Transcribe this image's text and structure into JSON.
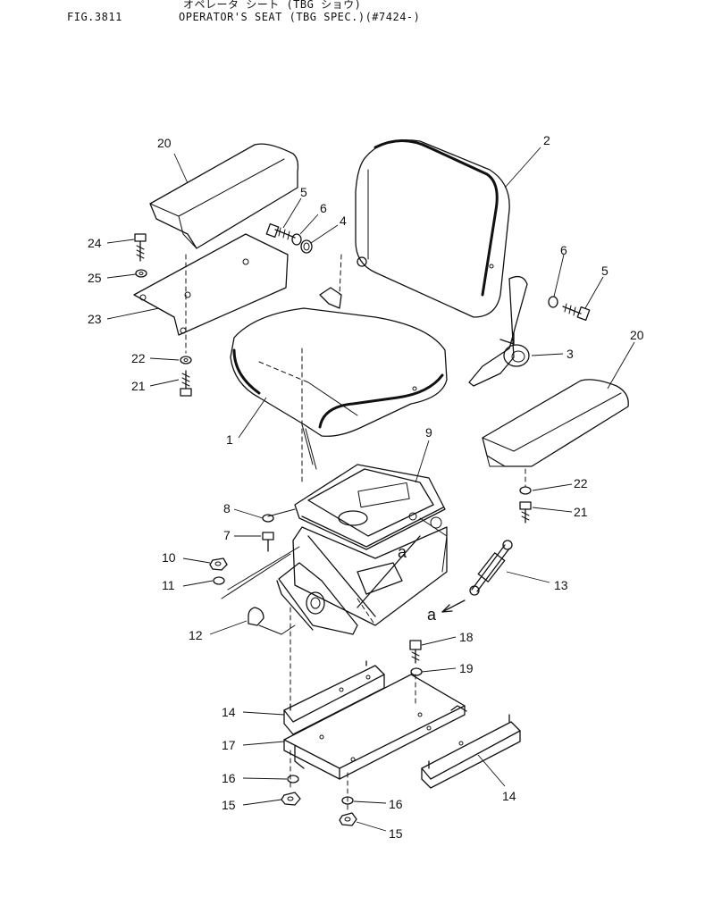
{
  "header": {
    "figure_id": "FIG.3811",
    "japanese_title": "オペレータ シート (TBG ショウ)",
    "title": "OPERATOR'S SEAT (TBG SPEC.)(#7424-)"
  },
  "callouts": {
    "c1": "1",
    "c2": "2",
    "c3": "3",
    "c4": "4",
    "c5a": "5",
    "c5b": "5",
    "c6a": "6",
    "c6b": "6",
    "c7": "7",
    "c8": "8",
    "c9": "9",
    "c10": "10",
    "c11": "11",
    "c12": "12",
    "c13": "13",
    "c14a": "14",
    "c14b": "14",
    "c15a": "15",
    "c15b": "15",
    "c16a": "16",
    "c16b": "16",
    "c17": "17",
    "c18": "18",
    "c19": "19",
    "c20a": "20",
    "c20b": "20",
    "c21a": "21",
    "c21b": "21",
    "c22a": "22",
    "c22b": "22",
    "c23": "23",
    "c24": "24",
    "c25": "25",
    "view_a1": "a",
    "view_a2": "a"
  }
}
